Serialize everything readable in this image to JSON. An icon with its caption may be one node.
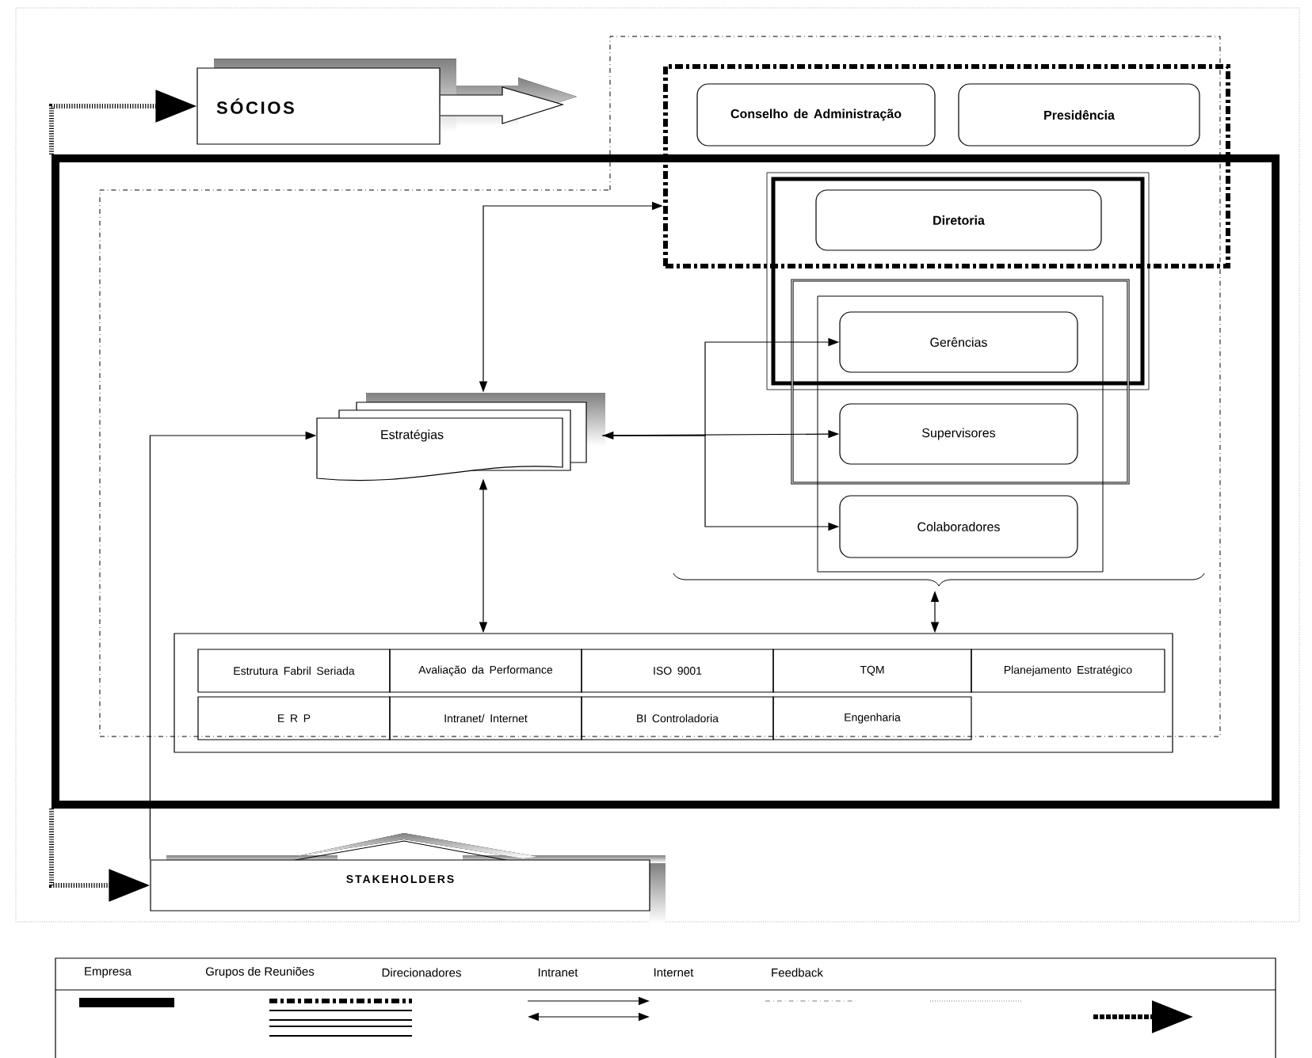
{
  "diagram": {
    "nodes": [
      {
        "text": [
          "SÓCIOS"
        ]
      },
      {
        "text": [],
        "shape": "box"
      },
      {
        "text": [],
        "shape": "box"
      },
      {
        "text": [
          "Conselho de Administração"
        ],
        "in": 2
      },
      {
        "text": [
          "Presidência"
        ],
        "in": 2
      },
      {
        "text": [
          "Diretoria"
        ]
      },
      {
        "text": [
          "Gerências"
        ],
        "in": 1
      },
      {
        "text": [
          "Supervisores"
        ],
        "in": 1
      },
      {
        "text": [
          "Colaboradores"
        ],
        "in": 1
      },
      {
        "text": [
          "Estratégias"
        ],
        "in": 1
      },
      {
        "text": [],
        "shape": "box",
        "in": 1
      },
      {
        "text": [
          "STAKEHOLDERS"
        ]
      }
    ],
    "edges": [
      {
        "from": 9,
        "to": 2,
        "arrow": "both"
      },
      {
        "from": 9,
        "to": 6,
        "arrow": "to"
      },
      {
        "from": 9,
        "to": 7,
        "arrow": "both"
      },
      {
        "from": 9,
        "to": 8,
        "arrow": "to"
      },
      {
        "from": 9,
        "to": 10,
        "arrow": "both"
      },
      {
        "from": null,
        "to": 10,
        "arrow": "both"
      },
      {
        "from": 11,
        "to": 9,
        "arrow": "to"
      },
      {
        "from": 1,
        "to": 0,
        "arrow": "to",
        "style": "dashed"
      },
      {
        "from": 1,
        "to": 11,
        "arrow": "to",
        "style": "dashed"
      }
    ],
    "labels": [
      "Estrutura Fabril Seriada",
      "Avaliação da Performance",
      "ISO 9001",
      "TQM",
      "Planejamento Estratégico",
      "E R P",
      "Intranet/ Internet",
      "BI Controladoria",
      "Engenharia"
    ],
    "legend": [
      {
        "text": "Empresa"
      },
      {
        "text": "Grupos de Reuniões"
      },
      {
        "text": "Direcionadores"
      },
      {
        "text": "Intranet"
      },
      {
        "text": "Internet"
      },
      {
        "text": "Feedback"
      }
    ]
  }
}
